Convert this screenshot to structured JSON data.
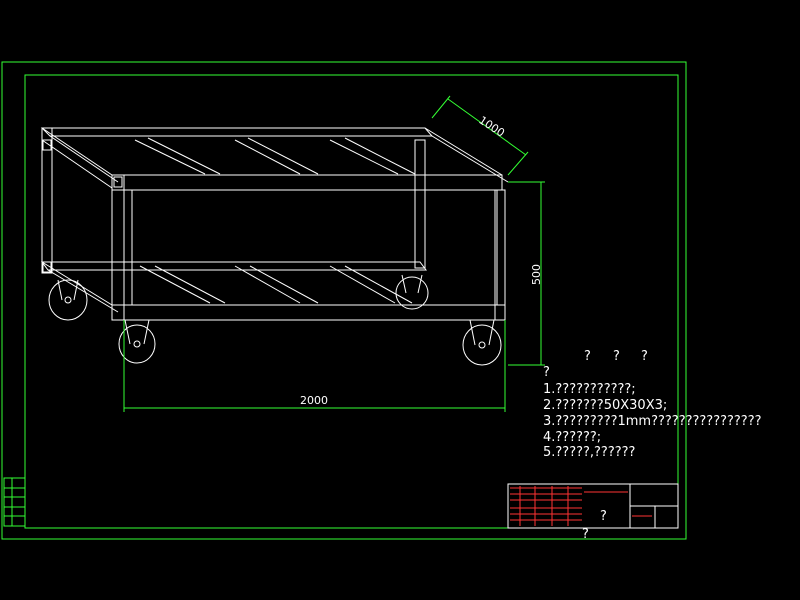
{
  "dimensions": {
    "width": "1000",
    "height": "500",
    "length": "2000"
  },
  "notes": {
    "heading_marks": [
      "?",
      "?",
      "?"
    ],
    "subheading": "?",
    "lines": [
      "1.???????????;",
      "2.???????50X30X3;",
      "3.?????????1mm????????????????",
      "4.??????;",
      "5.?????,??????"
    ]
  },
  "title_block": {
    "center_mark": "?",
    "bottom_mark": "?"
  },
  "colors": {
    "background": "#000000",
    "frame": "#33ff33",
    "geometry": "#ffffff",
    "title_block_lines": "#ff3333"
  }
}
